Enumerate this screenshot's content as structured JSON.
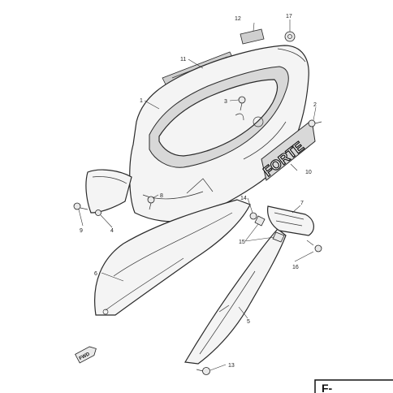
{
  "callouts": [
    "1",
    "2",
    "3",
    "4",
    "5",
    "6",
    "7",
    "8",
    "9",
    "10",
    "11",
    "12",
    "13",
    "14",
    "15",
    "16",
    "17"
  ],
  "direction_label": "FWD",
  "decal_text": "FORTE",
  "page_code": "F-"
}
